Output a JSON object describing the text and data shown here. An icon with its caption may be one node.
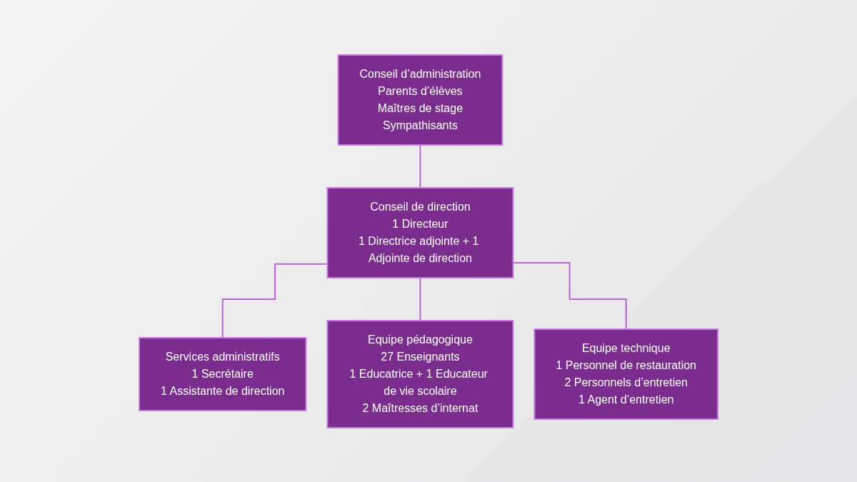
{
  "diagram": {
    "nodes": [
      {
        "text": [
          "Conseil d’administration",
          "Parents d’élèves",
          "Maîtres de stage",
          "Sympathisants"
        ]
      },
      {
        "text": [
          "Conseil de direction",
          "1 Directeur",
          "1 Directrice adjointe + 1 Adjointe de direction"
        ]
      },
      {
        "text": [
          "Services administratifs",
          "1 Secrétaire",
          "1 Assistante de direction"
        ]
      },
      {
        "text": [
          "Equipe pédagogique",
          "27 Enseignants",
          "1 Educatrice + 1 Educateur de vie scolaire",
          "2 Maîtresses d’internat"
        ]
      },
      {
        "text": [
          "Equipe technique",
          "1 Personnel de restauration",
          "2 Personnels d’entretien",
          "1 Agent d’entretien"
        ]
      }
    ],
    "edges": [
      {
        "from": 0,
        "to": 1,
        "arrow": "none"
      },
      {
        "from": 1,
        "to": 2,
        "arrow": "none"
      },
      {
        "from": 1,
        "to": 3,
        "arrow": "none"
      },
      {
        "from": 1,
        "to": 4,
        "arrow": "none"
      }
    ]
  }
}
